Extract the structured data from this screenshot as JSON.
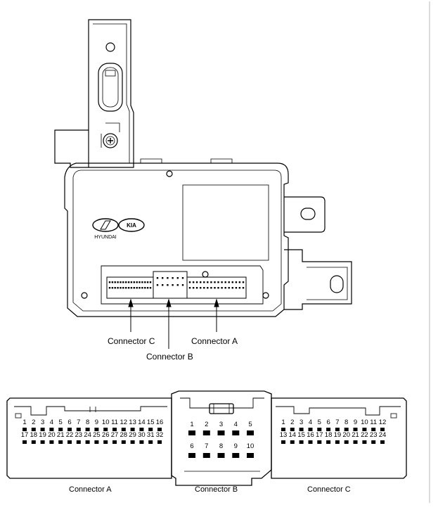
{
  "labels": {
    "callout_a": "Connector A",
    "callout_b": "Connector B",
    "callout_c": "Connector C",
    "bottom_a": "Connector A",
    "bottom_b": "Connector B",
    "bottom_c": "Connector C"
  },
  "brands": {
    "hyundai": "HYUNDAI",
    "kia": "KIA"
  },
  "connector_a": {
    "row1": [
      "1",
      "2",
      "3",
      "4",
      "5",
      "6",
      "7",
      "8",
      "9",
      "10",
      "11",
      "12",
      "13",
      "14",
      "15",
      "16"
    ],
    "row2": [
      "17",
      "18",
      "19",
      "20",
      "21",
      "22",
      "23",
      "24",
      "25",
      "26",
      "27",
      "28",
      "29",
      "30",
      "31",
      "32"
    ]
  },
  "connector_b": {
    "row1": [
      "1",
      "2",
      "3",
      "4",
      "5"
    ],
    "row2": [
      "6",
      "7",
      "8",
      "9",
      "10"
    ]
  },
  "connector_c": {
    "row1": [
      "1",
      "2",
      "3",
      "4",
      "5",
      "6",
      "7",
      "8",
      "9",
      "10",
      "11",
      "12"
    ],
    "row2": [
      "13",
      "14",
      "15",
      "16",
      "17",
      "18",
      "19",
      "20",
      "21",
      "22",
      "23",
      "24"
    ]
  }
}
